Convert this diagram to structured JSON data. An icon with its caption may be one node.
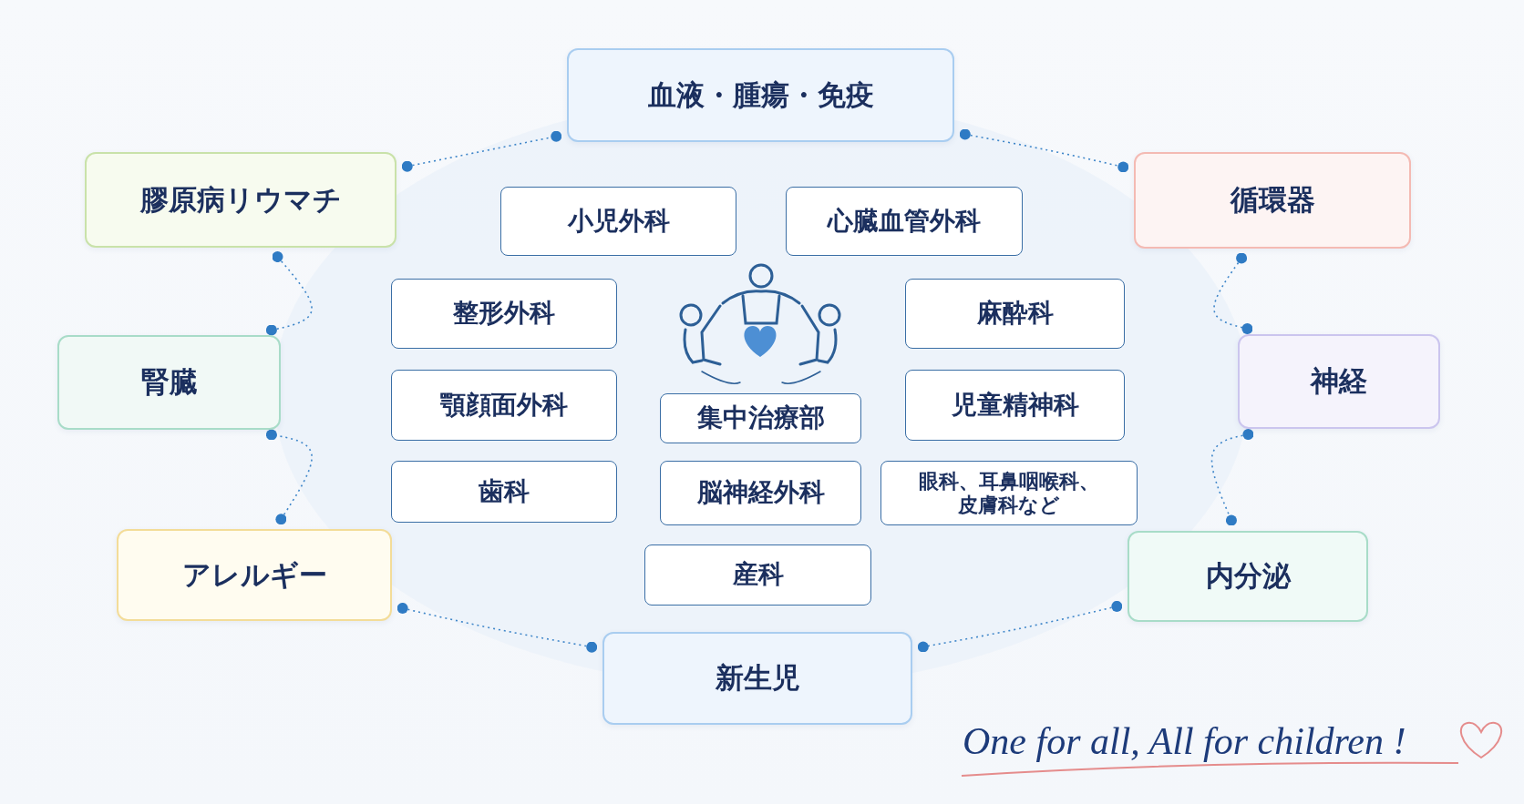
{
  "diagram": {
    "nodes": [
      {
        "text": [
          "血液・腫瘍・免疫"
        ]
      },
      {
        "text": [
          "膠原病リウマチ"
        ]
      },
      {
        "text": [
          "循環器"
        ]
      },
      {
        "text": [
          "小児外科"
        ]
      },
      {
        "text": [
          "心臓血管外科"
        ]
      },
      {
        "text": [
          "整形外科"
        ]
      },
      {
        "text": [
          "麻酔科"
        ]
      },
      {
        "text": [
          "腎臓"
        ]
      },
      {
        "text": [
          "神経"
        ]
      },
      {
        "text": [
          "顎顔面外科"
        ]
      },
      {
        "text": [
          "集中治療部"
        ]
      },
      {
        "text": [
          "児童精神科"
        ]
      },
      {
        "text": [
          "歯科"
        ]
      },
      {
        "text": [
          "脳神経外科"
        ]
      },
      {
        "text": [
          "眼科、耳鼻咽喉科、皮膚科など"
        ]
      },
      {
        "text": [
          "アレルギー"
        ]
      },
      {
        "text": [
          "内分泌"
        ]
      },
      {
        "text": [
          "産科"
        ]
      },
      {
        "text": [
          "新生児"
        ]
      }
    ],
    "edges": [
      {
        "from": 1,
        "to": 0,
        "arrow": "other",
        "style": "dashed"
      },
      {
        "from": 0,
        "to": 2,
        "arrow": "other",
        "style": "dashed"
      },
      {
        "from": 2,
        "to": 8,
        "arrow": "other",
        "style": "dashed"
      },
      {
        "from": 8,
        "to": 16,
        "arrow": "other",
        "style": "dashed"
      },
      {
        "from": 16,
        "to": 18,
        "arrow": "other",
        "style": "dashed"
      },
      {
        "from": 18,
        "to": 15,
        "arrow": "other",
        "style": "dashed"
      },
      {
        "from": 15,
        "to": 7,
        "arrow": "other",
        "style": "dashed"
      },
      {
        "from": 7,
        "to": 1,
        "arrow": "other",
        "style": "dashed"
      }
    ],
    "labels": [
      "One for all, All for children !"
    ]
  }
}
